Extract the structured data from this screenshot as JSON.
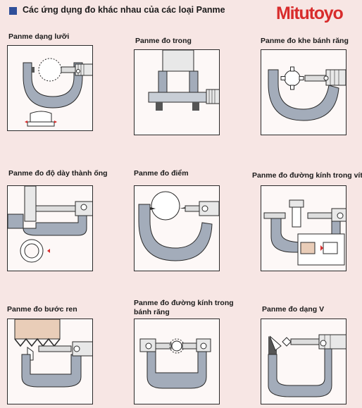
{
  "header": {
    "title": "Các ứng dụng đo khác nhau của các loại Panme",
    "logo": "Mitutoyo"
  },
  "colors": {
    "background": "#f7e6e4",
    "frame": "#a3acba",
    "accent_red": "#d82c2c",
    "bullet": "#2f4f9a"
  },
  "panels": [
    {
      "label_lines": [
        "Panme dạng lưỡi"
      ]
    },
    {
      "label_lines": [
        "Panme đo trong"
      ]
    },
    {
      "label_lines": [
        "Panme đo khe bánh răng"
      ]
    },
    {
      "label_lines": [
        "Panme đo độ dày thành ống"
      ]
    },
    {
      "label_lines": [
        "Panme đo điểm"
      ]
    },
    {
      "label_lines": [
        "Panme đo đường kính trong vít"
      ]
    },
    {
      "label_lines": [
        "Panme đo bước ren"
      ]
    },
    {
      "label_lines": [
        "Panme đo đường kính trong",
        "bánh răng"
      ]
    },
    {
      "label_lines": [
        "Panme đo dạng V"
      ]
    }
  ]
}
